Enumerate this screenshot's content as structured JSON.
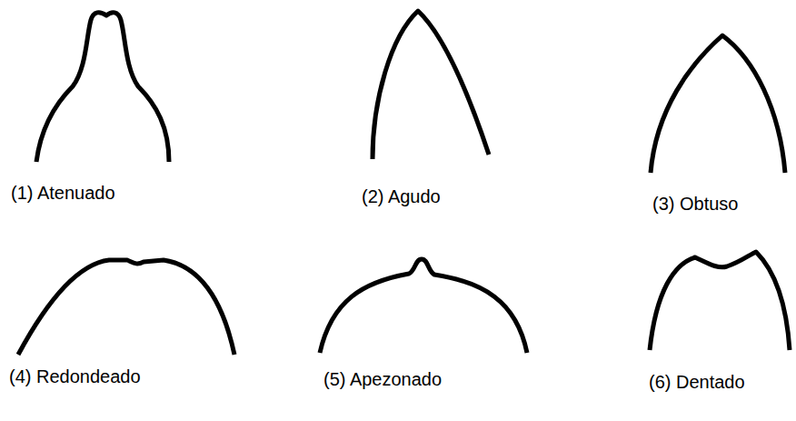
{
  "diagram": {
    "labels": [
      "(1) Atenuado",
      "(2) Agudo",
      "(3) Obtuso",
      "(4) Redondeado",
      "(5) Apezonado",
      "(6) Dentado"
    ]
  }
}
